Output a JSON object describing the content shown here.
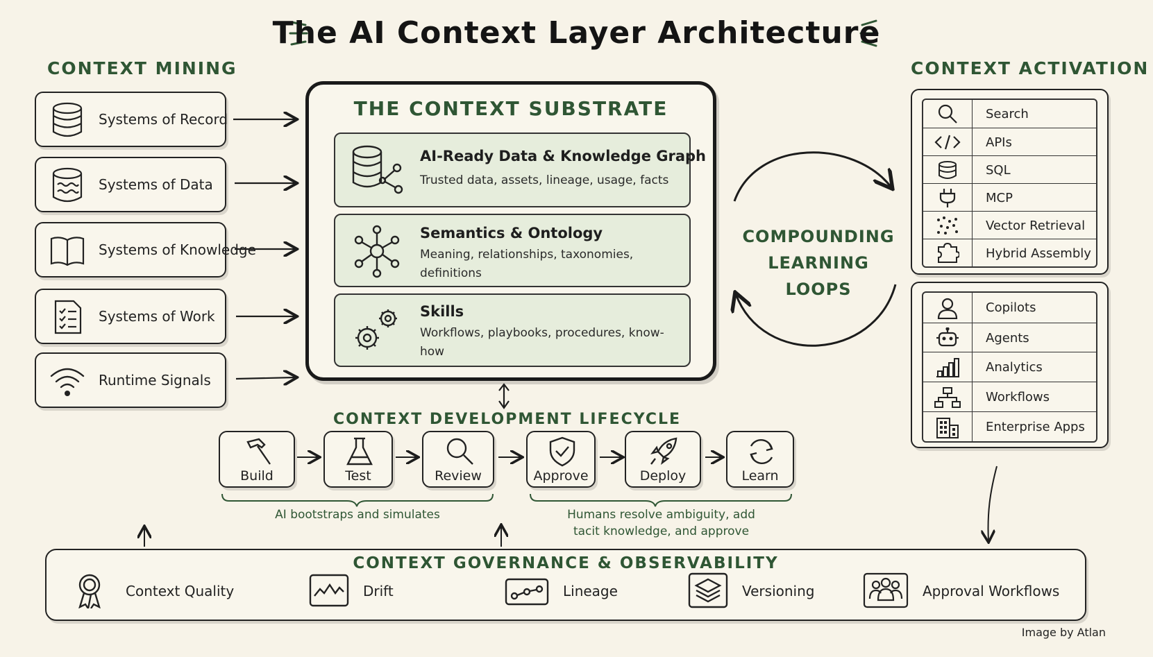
{
  "title": "The AI Context Layer Architecture",
  "context_mining": {
    "heading": "CONTEXT MINING",
    "sources": [
      {
        "label": "Systems of Record",
        "icon": "database-icon"
      },
      {
        "label": "Systems of Data",
        "icon": "data-lake-icon"
      },
      {
        "label": "Systems of Knowledge",
        "icon": "book-icon"
      },
      {
        "label": "Systems of Work",
        "icon": "checklist-icon"
      },
      {
        "label": "Runtime Signals",
        "icon": "signal-icon"
      }
    ]
  },
  "substrate": {
    "heading": "THE CONTEXT SUBSTRATE",
    "layers": [
      {
        "title": "AI-Ready Data & Knowledge Graph",
        "description": "Trusted data, assets, lineage, usage, facts",
        "icon": "database-graph-icon"
      },
      {
        "title": "Semantics & Ontology",
        "description": "Meaning, relationships, taxonomies, definitions",
        "icon": "network-icon"
      },
      {
        "title": "Skills",
        "description": "Workflows, playbooks, procedures, know-how",
        "icon": "gears-icon"
      }
    ]
  },
  "loops": {
    "line1": "COMPOUNDING",
    "line2": "LEARNING LOOPS"
  },
  "context_activation": {
    "heading": "CONTEXT ACTIVATION",
    "access": [
      {
        "label": "Search",
        "icon": "search-icon"
      },
      {
        "label": "APIs",
        "icon": "code-icon"
      },
      {
        "label": "SQL",
        "icon": "database-icon"
      },
      {
        "label": "MCP",
        "icon": "plug-icon"
      },
      {
        "label": "Vector Retrieval",
        "icon": "scatter-icon"
      },
      {
        "label": "Hybrid Assembly",
        "icon": "puzzle-icon"
      }
    ],
    "consumers": [
      {
        "label": "Copilots",
        "icon": "user-icon"
      },
      {
        "label": "Agents",
        "icon": "robot-icon"
      },
      {
        "label": "Analytics",
        "icon": "bar-chart-icon"
      },
      {
        "label": "Workflows",
        "icon": "org-chart-icon"
      },
      {
        "label": "Enterprise Apps",
        "icon": "building-icon"
      }
    ]
  },
  "lifecycle": {
    "heading": "CONTEXT DEVELOPMENT LIFECYCLE",
    "stages": [
      {
        "label": "Build",
        "icon": "hammer-icon"
      },
      {
        "label": "Test",
        "icon": "flask-icon"
      },
      {
        "label": "Review",
        "icon": "magnifier-icon"
      },
      {
        "label": "Approve",
        "icon": "shield-check-icon"
      },
      {
        "label": "Deploy",
        "icon": "rocket-icon"
      },
      {
        "label": "Learn",
        "icon": "refresh-icon"
      }
    ],
    "ai_note": "AI bootstraps and simulates",
    "human_note_line1": "Humans resolve ambiguity, add",
    "human_note_line2": "tacit knowledge, and approve"
  },
  "governance": {
    "heading": "CONTEXT GOVERNANCE & OBSERVABILITY",
    "items": [
      {
        "label": "Context Quality",
        "icon": "ribbon-icon"
      },
      {
        "label": "Drift",
        "icon": "drift-chart-icon"
      },
      {
        "label": "Lineage",
        "icon": "lineage-icon"
      },
      {
        "label": "Versioning",
        "icon": "layers-icon"
      },
      {
        "label": "Approval Workflows",
        "icon": "people-icon"
      }
    ]
  },
  "credit": "Image by Atlan",
  "colors": {
    "background": "#f7f3e8",
    "accent_green": "#2f5634",
    "layer_fill": "#e6eddc",
    "ink": "#1c1c1c"
  }
}
